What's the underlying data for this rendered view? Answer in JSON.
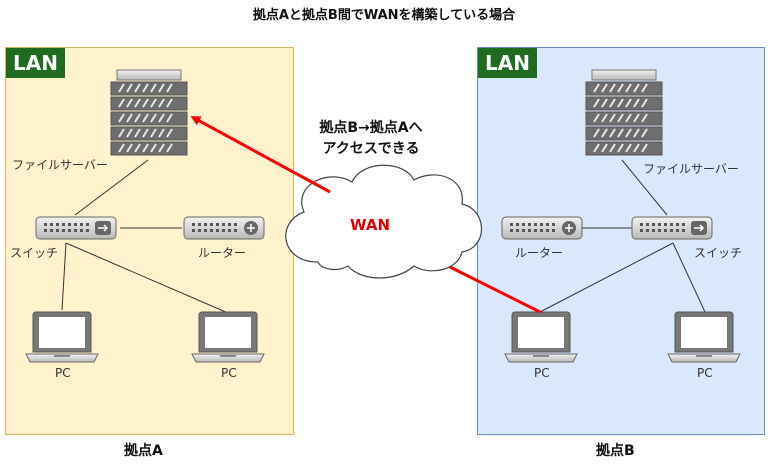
{
  "title": "拠点Aと拠点B間でWANを構築している場合",
  "lan_tag": "LAN",
  "site_a": {
    "name": "拠点A",
    "file_server": "ファイルサーバー",
    "switch": "スイッチ",
    "router": "ルーター",
    "pc1": "PC",
    "pc2": "PC"
  },
  "site_b": {
    "name": "拠点B",
    "file_server": "ファイルサーバー",
    "switch": "スイッチ",
    "router": "ルーター",
    "pc1": "PC",
    "pc2": "PC"
  },
  "wan": {
    "label": "WAN",
    "note_line1": "拠点B→拠点Aへ",
    "note_line2": "アクセスできる"
  },
  "colors": {
    "site_a_bg": "#fff2cc",
    "site_b_bg": "#dae8fc",
    "lan_tag_bg": "#1f6b1f",
    "access_arrow": "#ff0000",
    "wan_text": "#e00000"
  }
}
